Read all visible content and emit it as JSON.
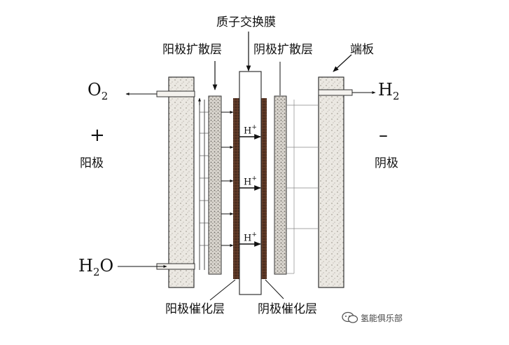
{
  "labels": {
    "membrane": "质子交换膜",
    "anode_gdl": "阳极扩散层",
    "cathode_gdl": "阴极扩散层",
    "end_plate": "端板",
    "anode_catalyst": "阳极催化层",
    "cathode_catalyst": "阴极催化层",
    "anode_word": "阳极",
    "cathode_word": "阴极",
    "plus": "+",
    "minus": "–"
  },
  "species": {
    "o2_base": "O",
    "o2_sub": "2",
    "h2_base": "H",
    "h2_sub": "2",
    "h2o": "H2O",
    "h2o_base": "H",
    "h2o_sub": "2",
    "h2o_tail": "O",
    "proton_base": "H",
    "proton_charge": "+"
  },
  "watermark": {
    "text": "氢能俱乐部",
    "icon": "wechat-icon"
  },
  "colors": {
    "ink": "#111111",
    "catalyst": "#5a3624",
    "plate": "#e9e6e0",
    "gdl": "#d9d5ce"
  }
}
